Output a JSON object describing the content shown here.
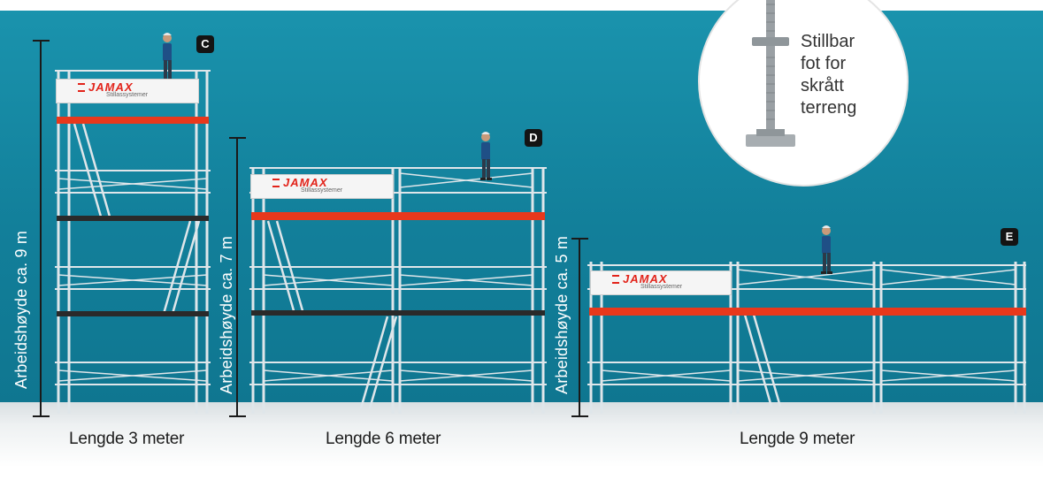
{
  "labels": {
    "height_c": "Arbeidshøyde ca. 9 m",
    "height_d": "Arbeidshøyde ca. 7 m",
    "height_e": "Arbeidshøyde ca. 5 m",
    "length_c": "Lengde 3 meter",
    "length_d": "Lengde 6 meter",
    "length_e": "Lengde 9 meter"
  },
  "badges": {
    "c": "C",
    "d": "D",
    "e": "E"
  },
  "brand": {
    "name": "JAMAX",
    "tagline": "Stillassystemer"
  },
  "zoom": {
    "line1": "Stillbar",
    "line2": "fot for",
    "line3": "skrått",
    "line4": "terreng"
  },
  "colors": {
    "wall": "#1a93ad",
    "platform": "#e8381c",
    "frame": "#dfe6ea",
    "badge": "#141414",
    "brand_red": "#e2231a"
  }
}
